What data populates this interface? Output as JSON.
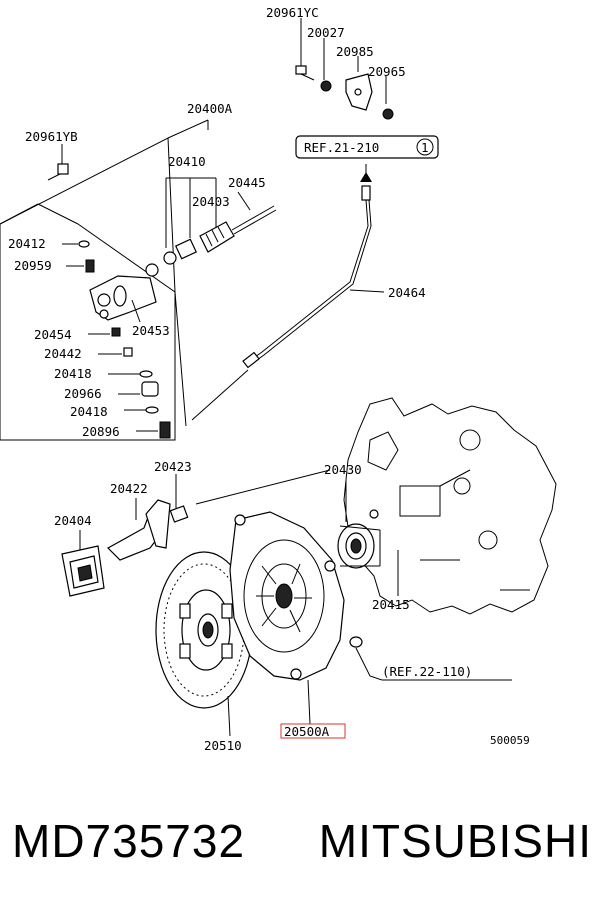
{
  "labels": {
    "l20961YC": "20961YC",
    "l20027": "20027",
    "l20985": "20985",
    "l20965": "20965",
    "l20400A": "20400A",
    "l20961YB": "20961YB",
    "l20410": "20410",
    "l20445": "20445",
    "l20403": "20403",
    "l20412": "20412",
    "l20959": "20959",
    "l20453": "20453",
    "l20454": "20454",
    "l20442": "20442",
    "l20418a": "20418",
    "l20966": "20966",
    "l20418b": "20418",
    "l20896": "20896",
    "l20464": "20464",
    "l20423": "20423",
    "l20422": "20422",
    "l20404": "20404",
    "l20430": "20430",
    "l20415": "20415",
    "l20500A": "20500A",
    "l20510": "20510",
    "ref1": "REF.21-210",
    "ref1num": "1",
    "ref2": "(REF.22-110)",
    "diagramCode": "500059"
  },
  "caption": {
    "partNumber": "MD735732",
    "brand": "MITSUBISHI"
  },
  "colors": {
    "highlight": "#e0302a"
  }
}
